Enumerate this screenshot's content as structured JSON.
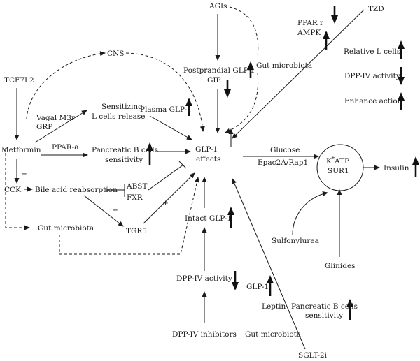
{
  "nodes": {
    "agis": "AGIs",
    "tzd": "TZD",
    "ppar_r": "PPAR r",
    "ampk": "AMPK",
    "cns": "CNS",
    "tcf7l2": "TCF7L2",
    "postprandial_glp1": "Postprandial GLP-1",
    "gip": "GIP",
    "gut_microbiota_top": "Gut microbiota",
    "relative_l_cells": "Relative L cells",
    "dppiv_activity_right": "DPP-IV activity",
    "enhance_action": "Enhance action",
    "vagal": "Vagal M3r",
    "grp": "GRP",
    "sensitizing": "Sensitizing",
    "l_cells_release": "L cells release",
    "plasma_glp1": "Plasma GLP-1",
    "metformin": "Metformin",
    "ppar_a": "PPAR-a",
    "pancreatic_b_cells": "Pancreatic B cells",
    "sensitivity": "sensitivity",
    "glp1": "GLP-1",
    "effects": "effects",
    "glucose": "Glucose",
    "epac2a": "Epac2A/Rap1",
    "katp": "ATP",
    "katp_k": "K",
    "katp_plus": "+",
    "sur1": "SUR1",
    "insulin": "Insulin",
    "plus_metformin": "+",
    "cck": "CCK",
    "bile_acid": "Bile acid reabsorption",
    "abst": "ABST",
    "fxr": "FXR",
    "plus_tgr5_left": "+",
    "plus_tgr5_right": "+",
    "tgr5": "TGR5",
    "gut_microbiota_left": "Gut microbiota",
    "intact_glp1": "Intact GLP-1",
    "sulfonylurea": "Sulfonylurea",
    "glinides": "Glinides",
    "dppiv_activity_bottom": "DPP-IV activity",
    "glp1_small": "GLP-1",
    "leptin": "Leptin",
    "pancreatic_b_cells_bottom": "Pancreatic B cells",
    "sensitivity_bottom": "sensitivity",
    "dppiv_inhibitors": "DPP-IV inhibitors",
    "gut_microbiota_bottom": "Gut microbiota",
    "sglt2i": "SGLT-2i"
  }
}
